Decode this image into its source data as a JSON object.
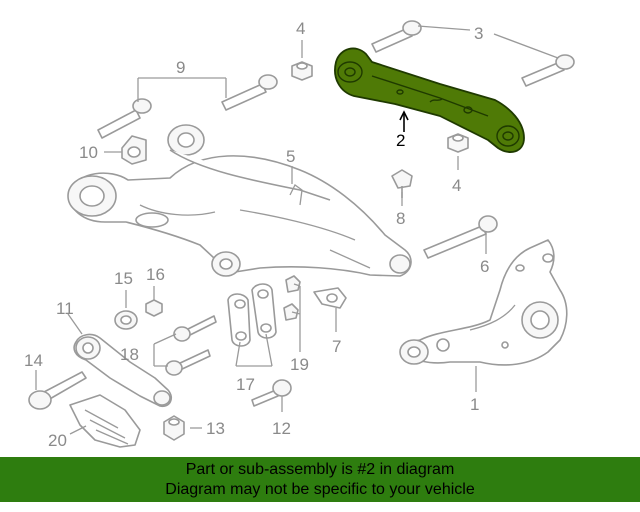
{
  "diagram": {
    "callouts": [
      {
        "id": "c1",
        "label": "1"
      },
      {
        "id": "c2",
        "label": "2"
      },
      {
        "id": "c3",
        "label": "3"
      },
      {
        "id": "c4a",
        "label": "4"
      },
      {
        "id": "c4b",
        "label": "4"
      },
      {
        "id": "c5",
        "label": "5"
      },
      {
        "id": "c6",
        "label": "6"
      },
      {
        "id": "c7",
        "label": "7"
      },
      {
        "id": "c8",
        "label": "8"
      },
      {
        "id": "c9",
        "label": "9"
      },
      {
        "id": "c10",
        "label": "10"
      },
      {
        "id": "c11",
        "label": "11"
      },
      {
        "id": "c12",
        "label": "12"
      },
      {
        "id": "c13",
        "label": "13"
      },
      {
        "id": "c14",
        "label": "14"
      },
      {
        "id": "c15",
        "label": "15"
      },
      {
        "id": "c16",
        "label": "16"
      },
      {
        "id": "c17",
        "label": "17"
      },
      {
        "id": "c18",
        "label": "18"
      },
      {
        "id": "c19",
        "label": "19"
      },
      {
        "id": "c20",
        "label": "20"
      }
    ],
    "highlight_color": "#4f7a06"
  },
  "banner": {
    "line1": "Part or sub-assembly is #2 in diagram",
    "line2": "Diagram may not be specific to your vehicle",
    "background": "#2e7d0f"
  }
}
